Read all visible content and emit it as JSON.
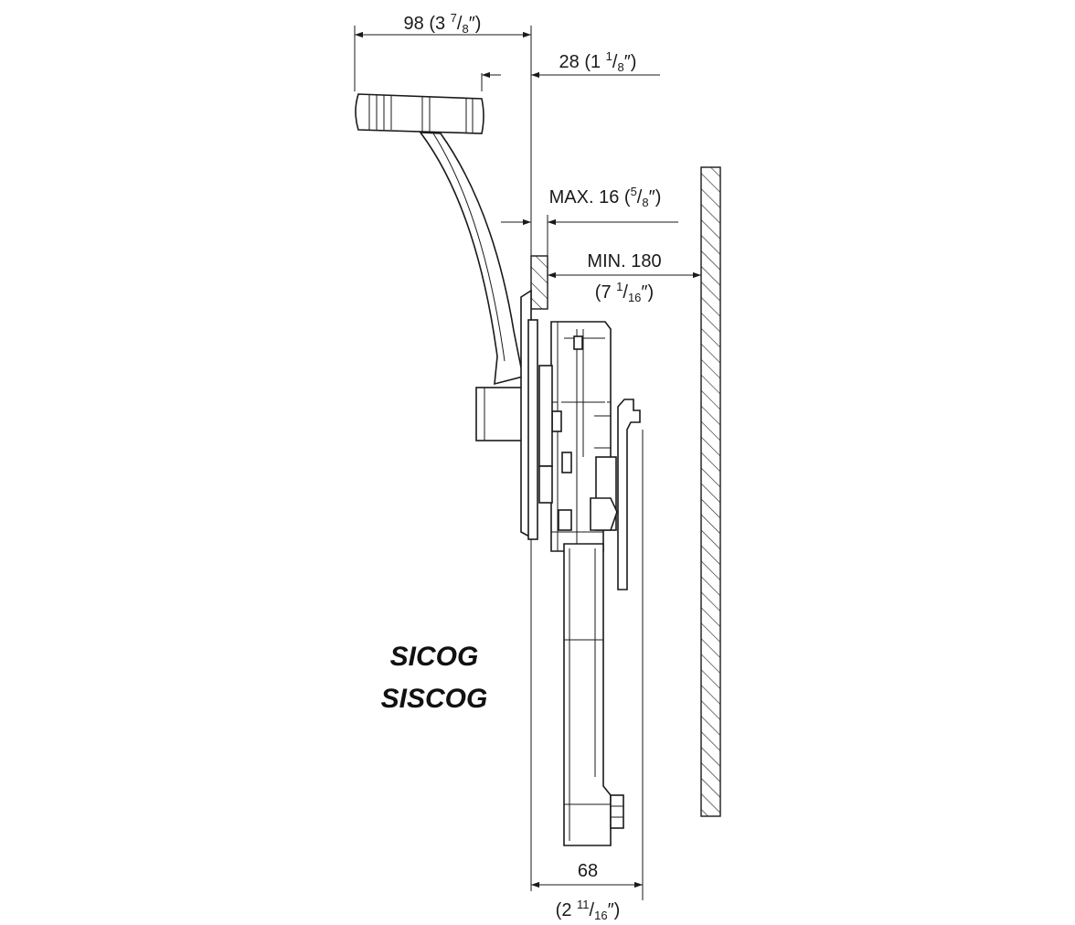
{
  "dimensions": {
    "overall_width": {
      "value": "98",
      "inch_whole": "3",
      "inch_num": "7",
      "inch_den": "8",
      "inch_mark": "″"
    },
    "handle_offset": {
      "value": "28",
      "inch_whole": "1",
      "inch_num": "1",
      "inch_den": "8",
      "inch_mark": "″"
    },
    "max_panel": {
      "prefix": "MAX. 16",
      "inch_num": "5",
      "inch_den": "8",
      "inch_mark": "″"
    },
    "min_clearance": {
      "prefix": "MIN. 180",
      "inch_whole": "7",
      "inch_num": "1",
      "inch_den": "16",
      "inch_mark": "″"
    },
    "body_depth": {
      "value": "68",
      "inch_whole": "2",
      "inch_num": "11",
      "inch_den": "16",
      "inch_mark": "″"
    }
  },
  "models": [
    "SICOG",
    "SISCOG"
  ],
  "colors": {
    "line": "#1a1a1a",
    "background": "#ffffff"
  }
}
